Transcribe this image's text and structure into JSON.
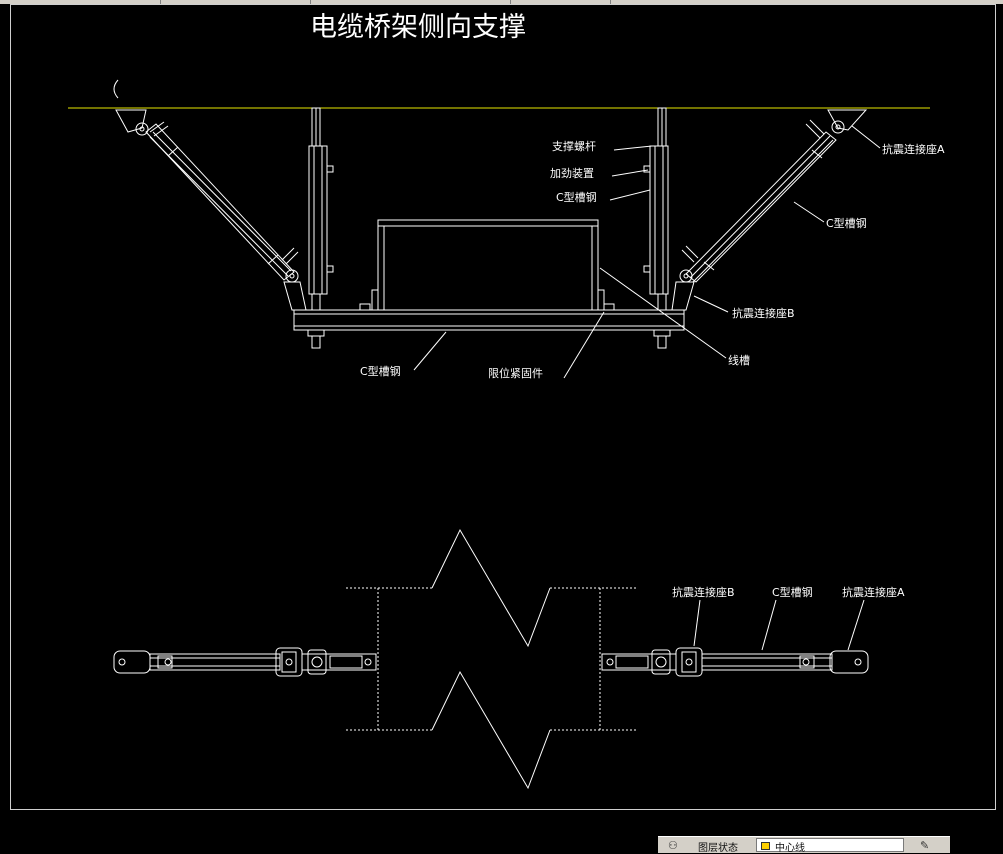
{
  "drawing": {
    "title": "电缆桥架侧向支撑",
    "side_view": {
      "label_support_rod": "支撑螺杆",
      "label_reinforcement": "加劲装置",
      "label_c_channel_upper": "C型槽钢",
      "label_seismic_connector_a": "抗震连接座A",
      "label_c_channel_brace": "C型槽钢",
      "label_seismic_connector_b": "抗震连接座B",
      "label_cable_tray": "线槽",
      "label_c_channel_bottom": "C型槽钢",
      "label_limit_fastener": "限位紧固件"
    },
    "plan_view": {
      "label_seismic_connector_b": "抗震连接座B",
      "label_c_channel": "C型槽钢",
      "label_seismic_connector_a": "抗震连接座A"
    }
  },
  "colors": {
    "background": "#000000",
    "lines": "#ffffff",
    "ceiling_line": "#e6e600"
  },
  "status_bar": {
    "icons": [
      "layer-state-icon",
      "layer-properties-icon"
    ],
    "layer_label": "图层状态",
    "current_layer": "中心线"
  }
}
